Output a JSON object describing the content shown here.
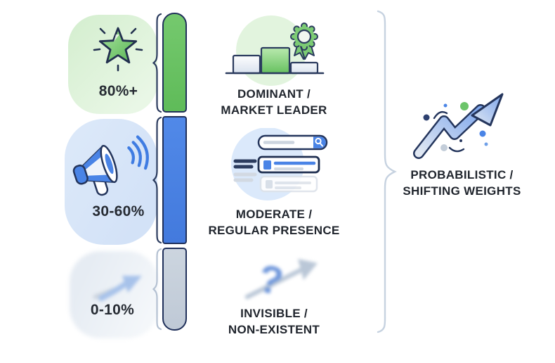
{
  "diagram_title": "",
  "tiers": [
    {
      "range": "80%+",
      "label_line1": "DOMINANT /",
      "label_line2": "MARKET LEADER",
      "tier_icon": "star-burst-icon",
      "category_icon": "podium-award-icon",
      "bar_color": "#69c163",
      "blob_color": "#ddf2d9"
    },
    {
      "range": "30-60%",
      "label_line1": "MODERATE /",
      "label_line2": "REGULAR PRESENCE",
      "tier_icon": "megaphone-icon",
      "category_icon": "search-results-icon",
      "bar_color": "#4c84e4",
      "blob_color": "#d8e6f8"
    },
    {
      "range": "0-10%",
      "label_line1": "INVISIBLE /",
      "label_line2": "NON-EXISTENT",
      "tier_icon": "faded-arrow-icon",
      "category_icon": "blurred-question-arrow-icon",
      "bar_color": "#ccd4de",
      "blob_color": "#edf1f6"
    }
  ],
  "annotation": {
    "label_line1": "PROBABILISTIC /",
    "label_line2": "SHIFTING WEIGHTS",
    "icon": "growth-zigzag-arrow-icon"
  },
  "colors": {
    "outline_navy": "#24355c",
    "text_dark": "#21262e",
    "brace_dark": "#2b3b5e",
    "brace_light": "#b4c1d2",
    "big_brace": "#c6d2e0",
    "accent_green": "#69c163",
    "accent_blue": "#4c84e4",
    "neutral_gray": "#ccd4de"
  }
}
